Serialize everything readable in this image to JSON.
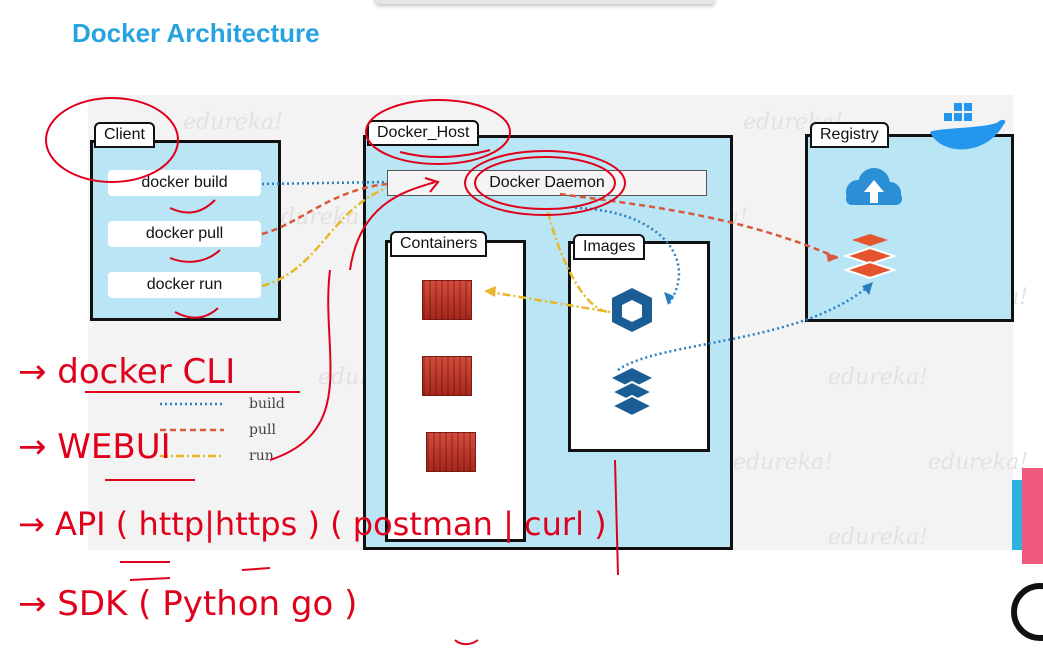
{
  "header": {
    "title": "Docker Architecture"
  },
  "watermark": "edureka!",
  "client": {
    "tab_label": "Client",
    "commands": [
      "docker build",
      "docker pull",
      "docker run"
    ]
  },
  "docker_host": {
    "tab_label": "Docker_Host",
    "daemon_label": "Docker Daemon",
    "containers_label": "Containers",
    "images_label": "Images"
  },
  "registry": {
    "tab_label": "Registry"
  },
  "legend": {
    "items": [
      {
        "label": "build",
        "color": "#2a7fc1",
        "style": "dotted"
      },
      {
        "label": "pull",
        "color": "#d9573b",
        "style": "dashed"
      },
      {
        "label": "run",
        "color": "#e8b82a",
        "style": "dash-dot"
      }
    ]
  },
  "annotations": {
    "line1": "→ docker CLI",
    "line2": "→ WEBUI",
    "line3": "→ API ( http|https ) ( postman | curl )",
    "line4": "→ SDK ( Python go )"
  },
  "colors": {
    "title": "#29a3e0",
    "panel": "#b9e5f4",
    "ink": "#e0001b",
    "build": "#2a7fc1",
    "pull": "#d9573b",
    "run": "#e8b82a"
  }
}
